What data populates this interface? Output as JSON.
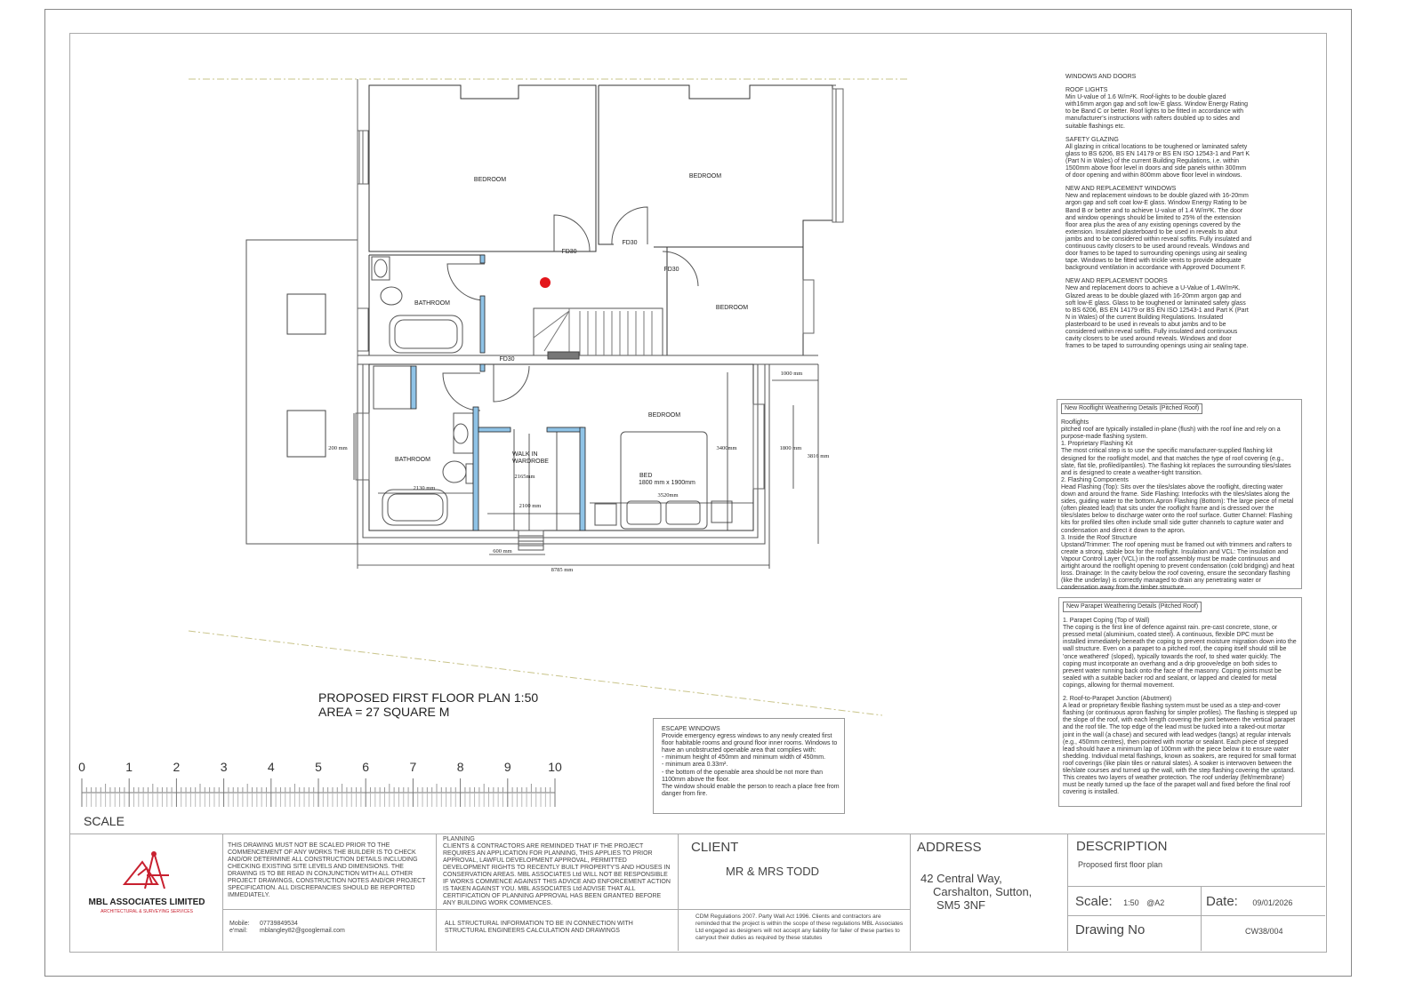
{
  "plan": {
    "title": "PROPOSED FIRST FLOOR PLAN 1:50",
    "area": "AREA = 27 SQUARE M",
    "rooms": {
      "bedroom_1": "BEDROOM",
      "bedroom_2": "BEDROOM",
      "bedroom_3": "BEDROOM",
      "bedroom_4": "BEDROOM",
      "bathroom_1": "BATHROOM",
      "bathroom_2": "BATHROOM",
      "wardrobe_1": "WALK IN",
      "wardrobe_2": "WARDROBE",
      "bed_1": "BED",
      "bed_2": "1800 mm x 1900mm"
    },
    "doors": [
      "FD30",
      "FD30",
      "FD30",
      "FD30"
    ],
    "dimensions": {
      "d2165": "2165mm",
      "d2130": "2130 mm",
      "d2100": "2100 mm",
      "d3520": "3520mm",
      "d3400": "3400mm",
      "d1000": "1000 mm",
      "d1800": "1800 mm",
      "d3816": "3816 mm",
      "d200": "200 mm",
      "d600": "600 mm",
      "d8785": "8785 mm"
    },
    "marker_color": "#e3161b",
    "wall_highlight_color": "#8fc3e6"
  },
  "scale_bar": {
    "labels": [
      "0",
      "1",
      "2",
      "3",
      "4",
      "5",
      "6",
      "7",
      "8",
      "9",
      "10"
    ],
    "caption": "SCALE"
  },
  "notes": {
    "windows_doors": {
      "title": "WINDOWS AND DOORS",
      "sections": [
        {
          "heading": "ROOF LIGHTS",
          "body": "Min U-value of 1.6 W/m²K. Roof-lights to be double glazed with16mm argon gap and soft low-E glass. Window Energy Rating to be Band C or better. Roof lights to be fitted in accordance with manufacturer's instructions with rafters doubled up to sides and suitable flashings etc."
        },
        {
          "heading": "SAFETY GLAZING",
          "body": "All glazing in critical locations to be toughened or laminated safety glass to BS 6206, BS EN 14179 or BS EN ISO 12543-1 and Part K (Part N in Wales) of the current Building Regulations, i.e. within 1500mm above floor level in doors and side panels within 300mm of door opening and within 800mm above floor level in windows."
        },
        {
          "heading": "NEW AND REPLACEMENT WINDOWS",
          "body": "New and replacement windows to be double glazed with 16-20mm argon gap and soft coat low-E glass. Window Energy Rating to be Band B or better and to achieve U-value of 1.4 W/m²K. The door and window openings should be limited to 25% of the extension floor area plus the area of any existing openings covered by the extension. Insulated plasterboard to be used in reveals to abut jambs and to be considered within reveal soffits. Fully insulated and continuous cavity closers to be used around reveals. Windows and door frames to be taped to surrounding openings using air sealing tape. Windows to be fitted with trickle vents to provide adequate background ventilation in accordance with Approved Document F."
        },
        {
          "heading": "NEW AND REPLACEMENT DOORS",
          "body": "New and replacement doors to achieve a U-Value of 1.4W/m²K. Glazed areas to be double glazed with 16-20mm argon gap and soft low-E glass. Glass to be toughened or laminated safety glass to BS 6206, BS EN 14179 or BS EN ISO 12543-1 and Part K (Part N in Wales) of the current Building Regulations. Insulated plasterboard to be used in reveals to abut jambs and to be considered within reveal soffits. Fully insulated and continuous cavity closers to be used around reveals. Windows and door frames to be taped to surrounding openings using air sealing tape."
        }
      ]
    },
    "rooflight": {
      "title": "New Rooflight Weathering Details (Pitched Roof)",
      "paragraphs": [
        "Rooflights",
        "pitched roof are typically installed in-plane (flush) with the roof line and rely on a purpose-made flashing system.",
        "1. Proprietary Flashing Kit",
        "The most critical step is to use the specific manufacturer-supplied flashing kit designed for the rooflight model, and that matches the type of roof covering (e.g., slate, flat tile, profiled/pantiles). The flashing kit replaces the surrounding tiles/slates and is designed to create a weather-tight transition.",
        "2. Flashing Components",
        "Head Flashing (Top): Sits over the tiles/slates above the rooflight, directing water down and around the frame. Side Flashing: Interlocks with the tiles/slates along the sides, guiding water to the bottom.Apron Flashing (Bottom): The large piece of metal (often pleated lead) that sits under the rooflight frame and is dressed over the tiles/slates below to discharge water onto the roof surface. Gutter Channel: Flashing kits for profiled tiles often include small side gutter channels to capture water and condensation and direct it down to the apron.",
        "3. Inside the Roof Structure",
        "Upstand/Trimmer: The roof opening must be framed out with trimmers and rafters to create a strong, stable box for the rooflight. Insulation and VCL: The insulation and Vapour Control Layer (VCL) in the roof assembly must be made continuous and airtight around the rooflight opening to prevent condensation (cold bridging) and heat loss. Drainage: In the cavity below the roof covering, ensure the secondary flashing (like the underlay) is correctly managed to drain any penetrating water or condensation away from the timber structure."
      ]
    },
    "parapet": {
      "title": "New Parapet Weathering Details (Pitched Roof)",
      "paragraphs": [
        "1. Parapet Coping (Top of Wall)",
        "The coping is the first line of defence against rain. pre-cast concrete, stone, or pressed metal (aluminium, coated steel). A continuous, flexible DPC must be installed immediately beneath the coping to prevent moisture migration down into the wall structure. Even on a parapet to a pitched roof, the coping itself should still be 'once weathered' (sloped), typically towards the roof, to shed water quickly. The coping must incorporate an overhang and a drip groove/edge on both sides to prevent water running back onto the face of the masonry. Coping joints must be sealed with a suitable backer rod and sealant, or lapped and cleated for metal copings, allowing for thermal movement.",
        "2. Roof-to-Parapet Junction (Abutment)",
        "A lead or proprietary flexible flashing system must be used as a step-and-cover flashing (or continuous apron flashing for simpler profiles). The flashing is stepped up the slope of the roof, with each length covering the joint between the vertical parapet and the roof tile. The top edge of the lead must be tucked into a raked-out mortar joint in the wall (a chase) and secured with lead wedges (tangs) at regular intervals (e.g., 450mm centres), then pointed with mortar or sealant. Each piece of stepped lead should have a minimum lap of 100mm with the piece below it to ensure water shedding. Individual metal flashings, known as soakers, are required for small format roof coverings (like plain tiles or natural slates). A soaker is interwoven between the tile/slate courses and turned up the wall, with the step flashing covering the upstand. This creates two layers of weather protection. The roof underlay (felt/membrane) must be neatly turned up the face of the parapet wall and fixed before the final roof covering is installed."
      ]
    },
    "escape": {
      "title": "ESCAPE WINDOWS",
      "body": "Provide emergency egress windows to any newly created first floor habitable rooms and ground floor inner rooms. Windows to have an unobstructed openable area that complies with:",
      "items": [
        "- minimum height of 450mm and minimum width of 450mm.",
        "- minimum area 0.33m².",
        "- the bottom of the openable area should be not more than 1100mm above the floor."
      ],
      "footer": "The window should enable the person to reach a place free from danger from fire."
    }
  },
  "title_block": {
    "company": "MBL ASSOCIATES LIMITED",
    "tagline": "ARCHITECTURAL & SURVEYING SERVICES",
    "brand_color": "#c8202f",
    "disclaimer": "THIS DRAWING MUST NOT BE SCALED PRIOR TO THE COMMENCEMENT OF ANY WORKS THE BUILDER IS TO CHECK AND/OR DETERMINE ALL CONSTRUCTION DETAILS INCLUDING CHECKING EXISTING SITE LEVELS AND DIMENSIONS. THE DRAWING IS TO BE READ IN CONJUNCTION WITH ALL OTHER PROJECT DRAWINGS, CONSTRUCTION NOTES AND/OR PROJECT SPECIFICATION. ALL DISCREPANCIES SHOULD BE REPORTED IMMEDIATELY.",
    "mobile_label": "Mobile:",
    "mobile": "07739849534",
    "email_label": "e'mail:",
    "email": "mblangley82@googlemail.com",
    "planning_title": "PLANNING",
    "planning": "CLIENTS & CONTRACTORS ARE REMINDED THAT IF THE PROJECT REQUIRES AN APPLICATION FOR PLANNING, THIS APPLIES TO PRIOR APPROVAL, LAWFUL DEVELOPMENT APPROVAL, PERMITTED DEVELOPMENT RIGHTS TO RECENTLY BUILT PROPERTY'S AND HOUSES IN CONSERVATION AREAS. MBL ASSOCIATES Ltd WILL NOT BE RESPONSIBLE IF WORKS COMMENCE AGAINST THIS ADVICE AND ENFORCEMENT ACTION IS TAKEN AGAINST YOU. MBL ASSOCIATES Ltd ADVISE THAT ALL CERTIFICATION OF PLANNING APPROVAL HAS BEEN GRANTED BEFORE ANY BUILDING WORK COMMENCES.",
    "structural": "ALL STRUCTURAL INFORMATION TO BE IN CONNECTION WITH STRUCTURAL ENGINEERS CALCULATION AND DRAWINGS",
    "client_label": "CLIENT",
    "client": "MR & MRS TODD",
    "cdm": "CDM Regulations 2007. Party Wall Act 1996. Clients and contractors are reminded that the project is within the scope of these regulations MBL Associates Ltd engaged as designers will not accept any liability for failer of these parties to carryout their duties as required by these statutes",
    "address_label": "ADDRESS",
    "address_lines": [
      "42 Central Way,",
      "Carshalton, Sutton,",
      "SM5 3NF"
    ],
    "description_label": "DESCRIPTION",
    "description": "Proposed first floor plan",
    "scale_label": "Scale:",
    "scale": "1:50",
    "paper": "@A2",
    "date_label": "Date:",
    "date": "09/01/2026",
    "drawing_no_label": "Drawing No",
    "drawing_no": "CW38/004"
  }
}
